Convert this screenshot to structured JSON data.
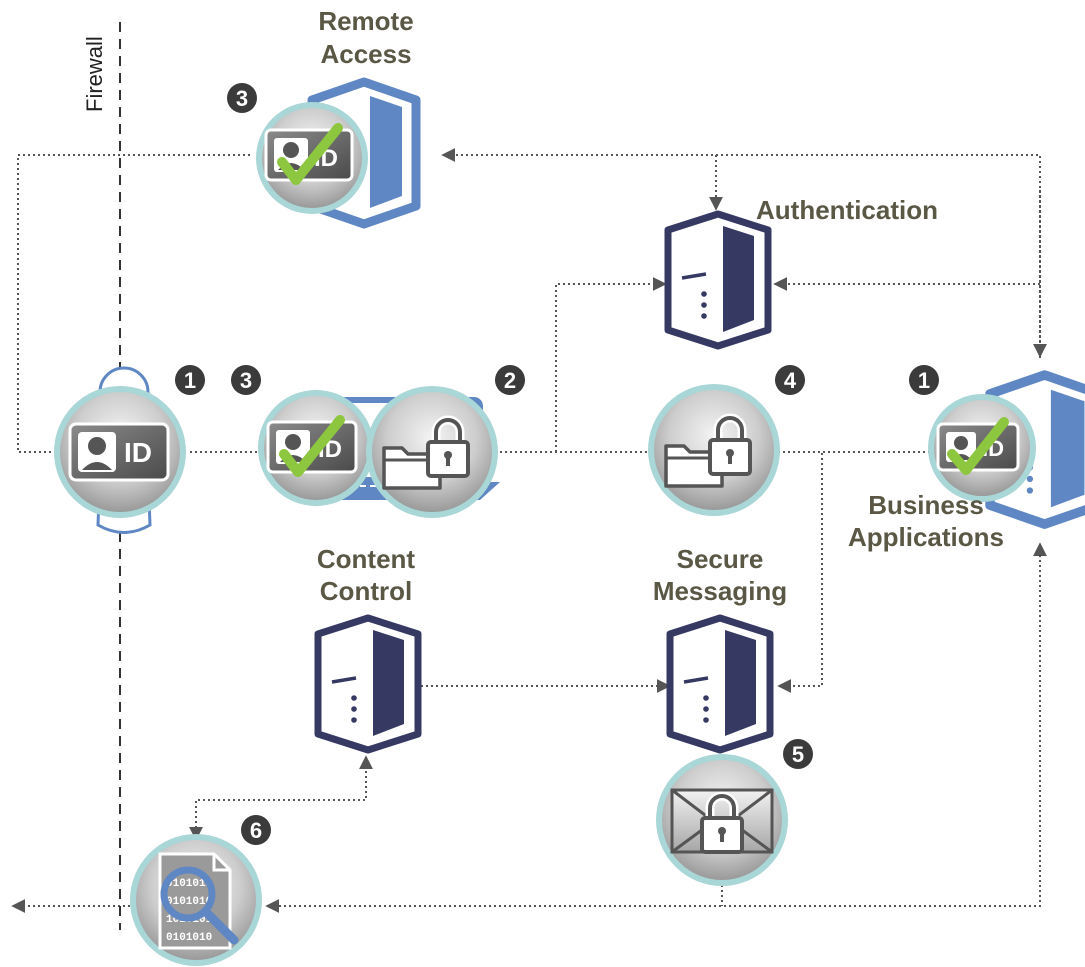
{
  "firewall_label": "Firewall",
  "nodes": {
    "remote_access": {
      "label_lines": [
        "Remote",
        "Access"
      ],
      "step": "3"
    },
    "authentication": {
      "label": "Authentication"
    },
    "user": {
      "step": "1",
      "badge_text": "ID"
    },
    "endpoint": {
      "step_left": "3",
      "step_right": "2",
      "badge_text": "ID"
    },
    "encrypted_files": {
      "step": "4"
    },
    "business_applications": {
      "label_lines": [
        "Business",
        "Applications"
      ],
      "step": "1",
      "badge_text": "ID"
    },
    "content_control": {
      "label_lines": [
        "Content",
        "Control"
      ]
    },
    "secure_messaging": {
      "label_lines": [
        "Secure",
        "Messaging"
      ],
      "step": "5"
    },
    "data_inspection": {
      "step": "6",
      "binary_lines": [
        "0101011",
        "0101010",
        "1010101",
        "0101010"
      ]
    }
  },
  "colors": {
    "server_light_blue": "#5f87c4",
    "server_dark_navy": "#363a63",
    "label_olive": "#5a5845",
    "step_badge": "#3b3b3b",
    "check_green": "#8dc63f",
    "ring_teal": "#a9d6d6"
  },
  "icons": [
    "server-icon",
    "id-card-icon",
    "checkmark-icon",
    "padlock-icon",
    "folder-icon",
    "envelope-icon",
    "magnifier-icon",
    "document-icon",
    "person-icon",
    "laptop-icon"
  ]
}
